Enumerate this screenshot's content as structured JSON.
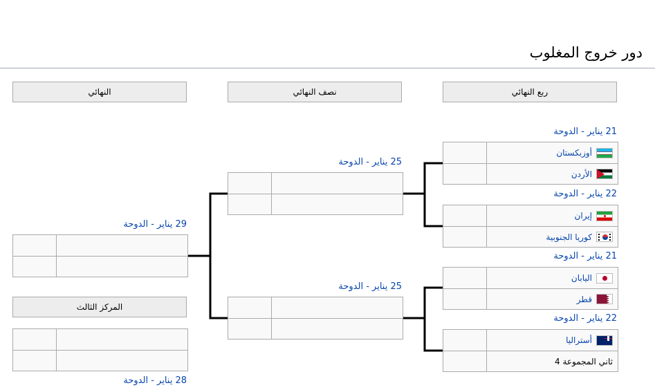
{
  "title": "دور خروج المغلوب",
  "rounds": {
    "quarterfinal": "ربع النهائي",
    "semifinal": "نصف النهائي",
    "final": "النهائي",
    "third_place": "المركز الثالث"
  },
  "matches": {
    "qf1": {
      "date": "21 يناير - الدوحة",
      "team1": {
        "name": "أوزبكستان",
        "flag": "uzbekistan-flag-icon"
      },
      "team2": {
        "name": "الأردن",
        "flag": "jordan-flag-icon"
      }
    },
    "qf2": {
      "date": "22 يناير - الدوحة",
      "team1": {
        "name": "إيران",
        "flag": "iran-flag-icon"
      },
      "team2": {
        "name": "كوريا الجنوبية",
        "flag": "south-korea-flag-icon"
      }
    },
    "qf3": {
      "date": "21 يناير - الدوحة",
      "team1": {
        "name": "اليابان",
        "flag": "japan-flag-icon"
      },
      "team2": {
        "name": "قطر",
        "flag": "qatar-flag-icon"
      }
    },
    "qf4": {
      "date": "22 يناير - الدوحة",
      "team1": {
        "name": "أستراليا",
        "flag": "australia-flag-icon"
      },
      "team2": {
        "name": "ثاني المجموعة 4"
      }
    },
    "sf1": {
      "date": "25 يناير - الدوحة"
    },
    "sf2": {
      "date": "25 يناير - الدوحة"
    },
    "final": {
      "date": "29 يناير - الدوحة"
    },
    "third": {
      "date": "28 يناير - الدوحة"
    }
  }
}
